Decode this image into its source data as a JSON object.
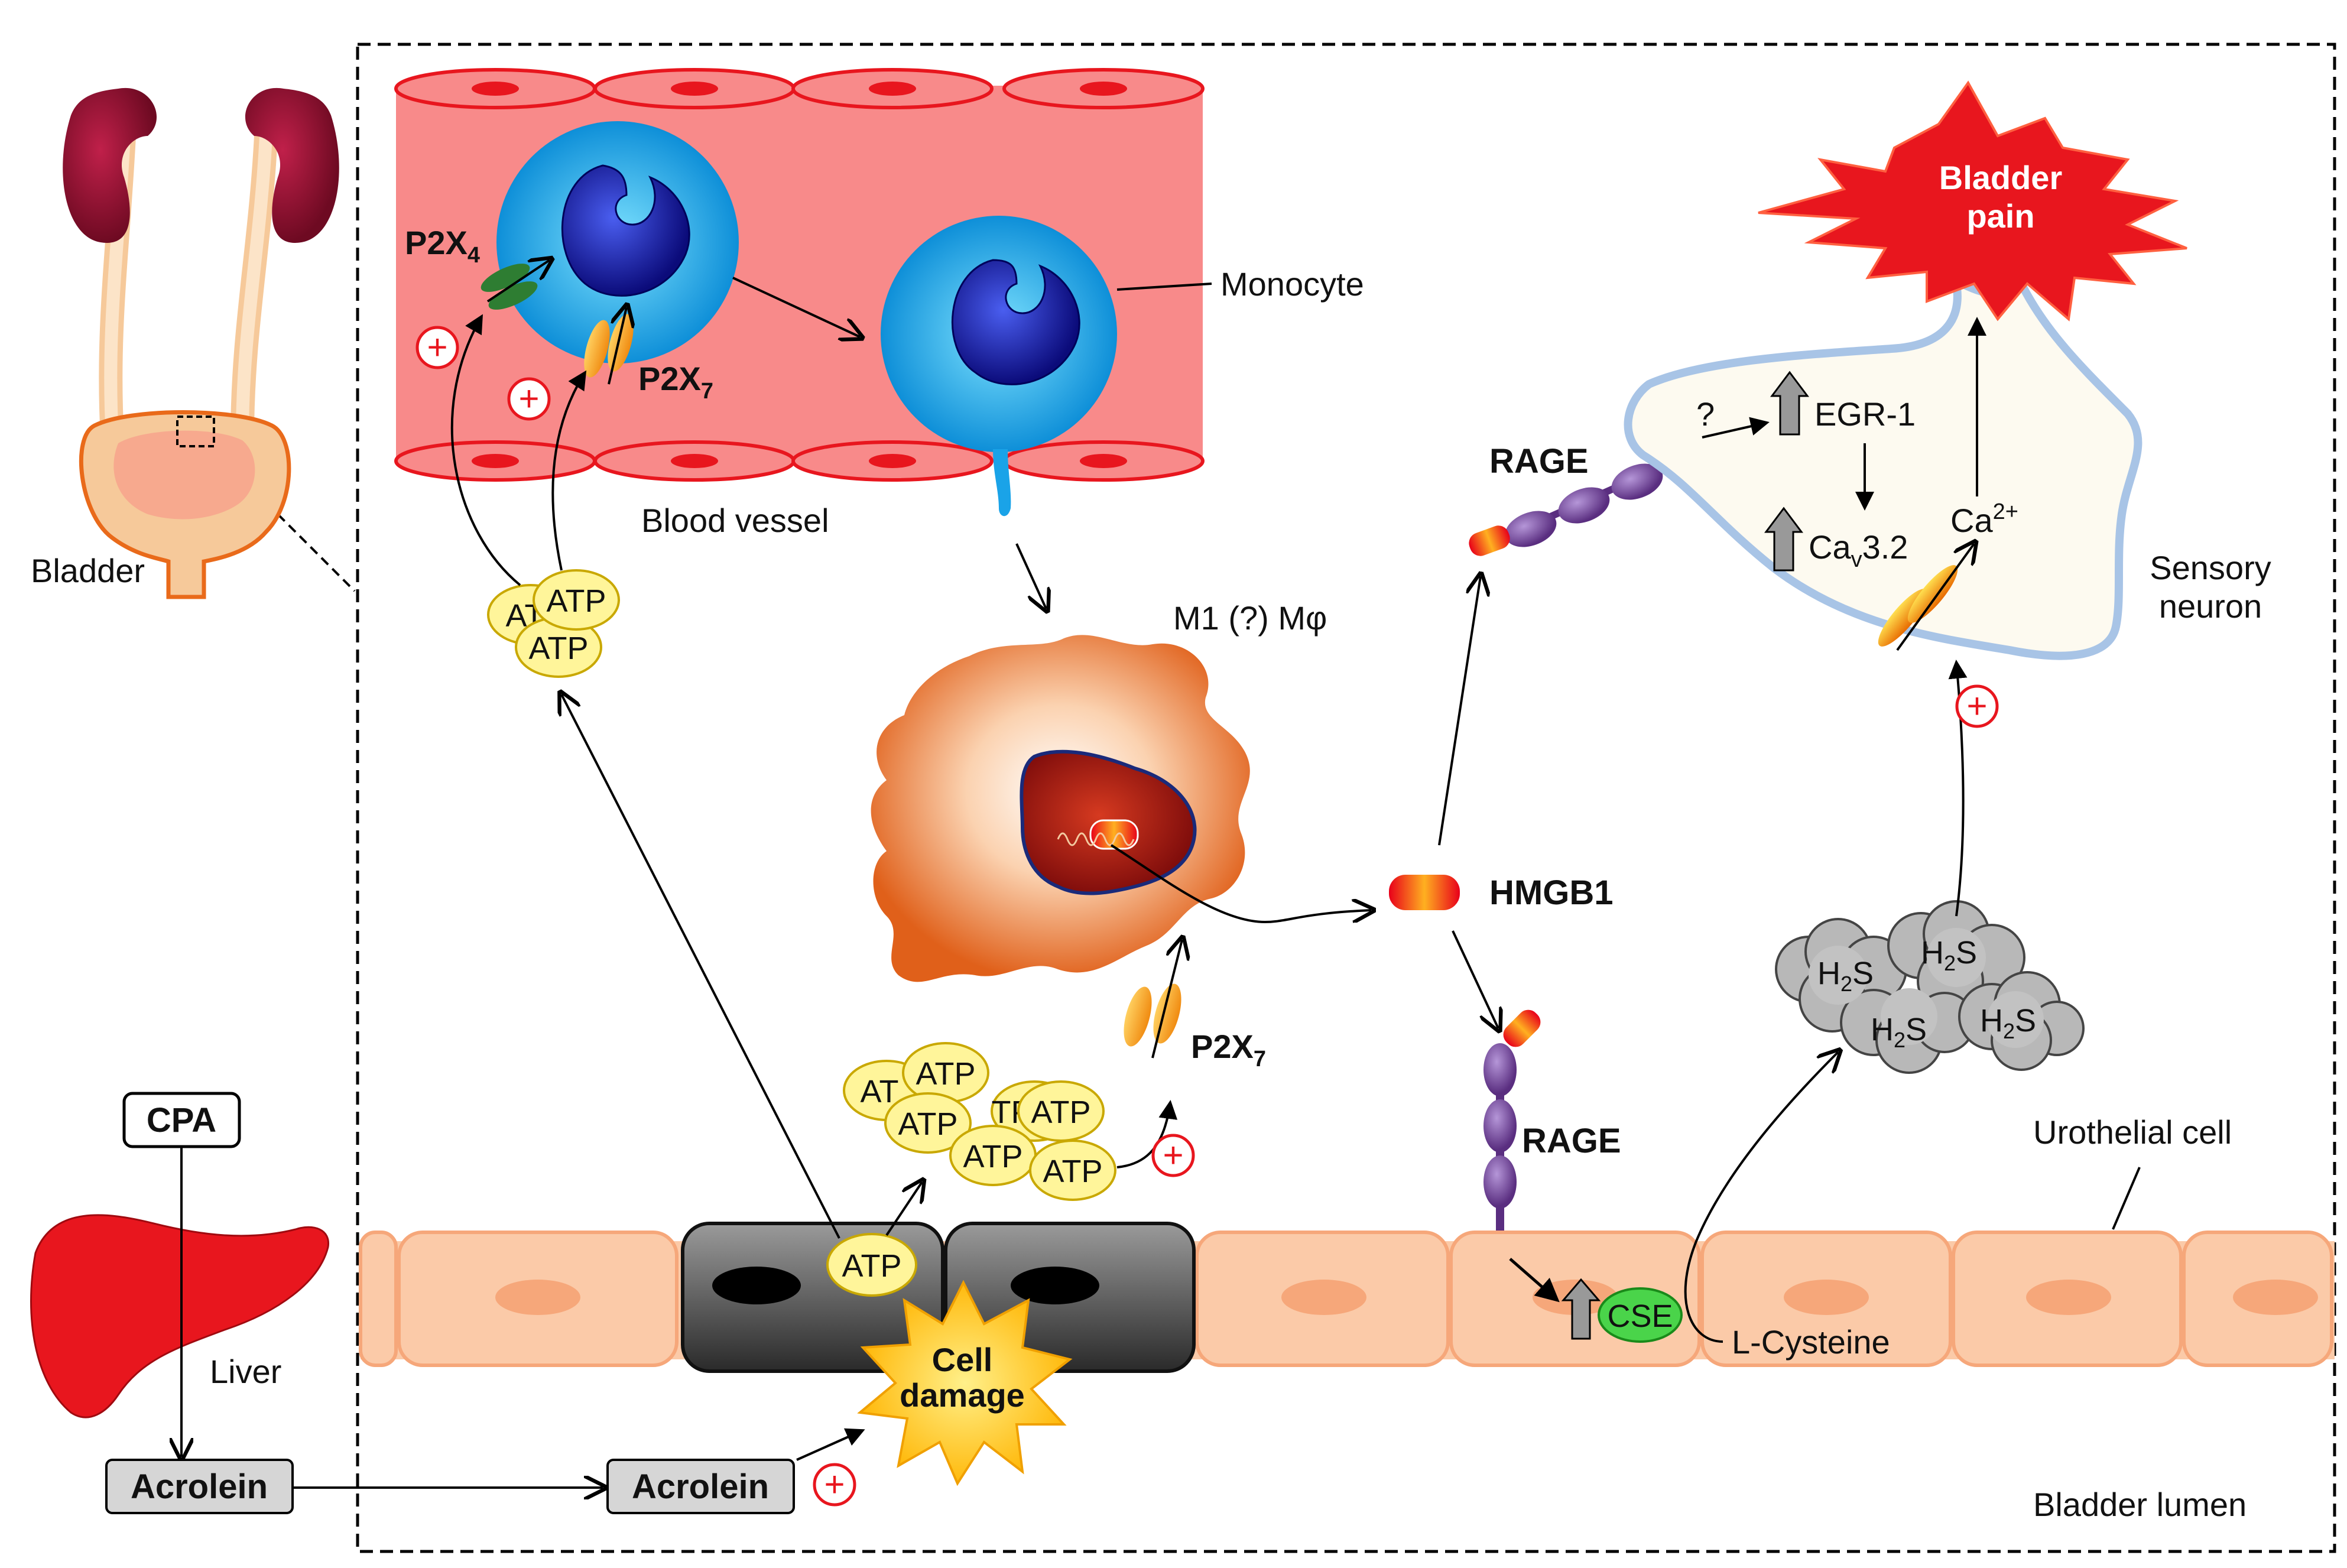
{
  "labels": {
    "bladder": "Bladder",
    "liver": "Liver",
    "cpa": "CPA",
    "acrolein_left": "Acrolein",
    "acrolein_right": "Acrolein",
    "blood_vessel": "Blood vessel",
    "monocyte": "Monocyte",
    "macrophage": "M1 (?) Mφ",
    "hmgb1": "HMGB1",
    "rage_top": "RAGE",
    "rage_bottom": "RAGE",
    "egr1": "EGR-1",
    "question": "?",
    "cav_ca": "Ca",
    "cav_sub": "v",
    "cav_rest": "3.2",
    "ca": "Ca",
    "ca_sup": "2+",
    "sensory_neuron_1": "Sensory",
    "sensory_neuron_2": "neuron",
    "bladder_pain_1": "Bladder",
    "bladder_pain_2": "pain",
    "urothelial_cell": "Urothelial cell",
    "bladder_lumen": "Bladder lumen",
    "cse": "CSE",
    "l_cysteine": "L-Cysteine",
    "cell_damage_1": "Cell",
    "cell_damage_2": "damage",
    "atp": "ATP",
    "atp_partial": "AT",
    "atp_partial2": "TP",
    "p2x": "P2X",
    "p2x4_sub": "4",
    "p2x7_sub": "7",
    "h2s_h": "H",
    "h2s_sub": "2",
    "h2s_s": "S",
    "plus": "+"
  },
  "colors": {
    "vessel": "#f88a8a",
    "vessel_cell": "#e8161e",
    "monocyte": "#1aa3e8",
    "nucleus": "#1a1aa8",
    "macrophage": "#e86a1e",
    "urothelial": "#fbcaa8",
    "damaged_cell": "#4a4a4a",
    "atp": "#fff59a",
    "rage": "#7a4e9e",
    "h2s": "#b8b8b8",
    "cse": "#33cc33",
    "neuron_fill": "#fdfaf0",
    "neuron_outline": "#a8c4e6",
    "pain": "#e8161e",
    "plus": "#e8161e"
  }
}
